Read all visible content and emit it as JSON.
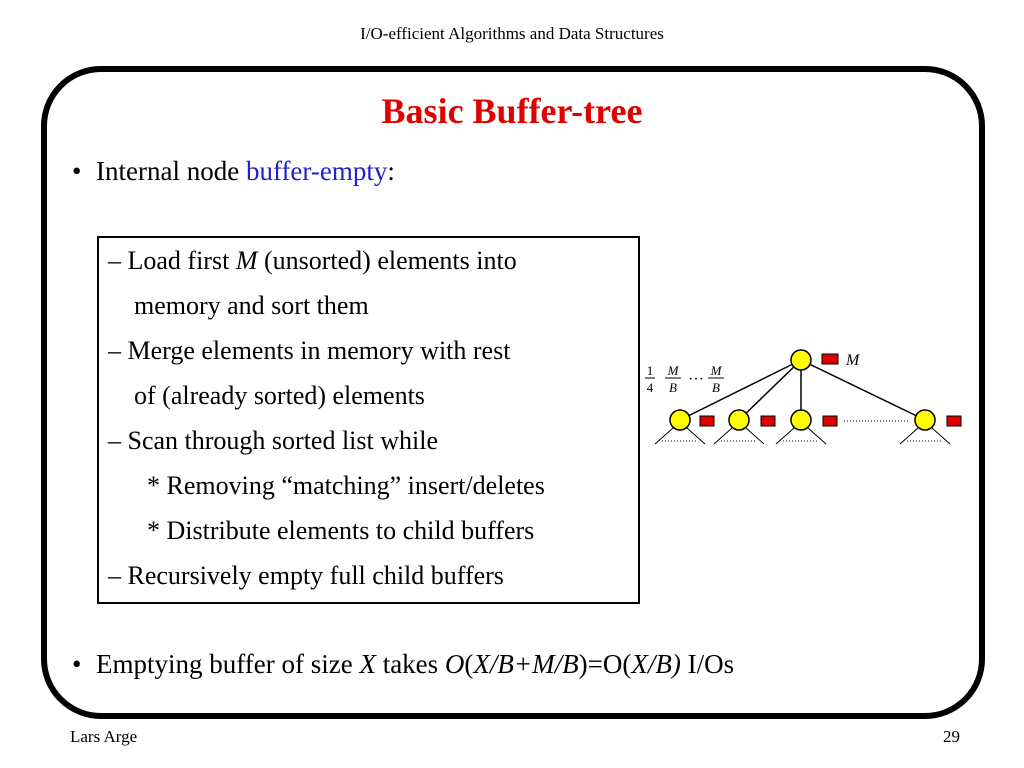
{
  "header": "I/O-efficient Algorithms and Data Structures",
  "title": "Basic Buffer-tree",
  "bullet1": {
    "text": "Internal node ",
    "highlight": "buffer-empty",
    "suffix": ":"
  },
  "box_lines": [
    {
      "prefix": "– Load first ",
      "italic": "M",
      "suffix": " (unsorted) elements into"
    },
    {
      "text": "memory and sort them"
    },
    {
      "text": "– Merge elements in memory with rest"
    },
    {
      "text": "of (already sorted) elements"
    },
    {
      "text": "– Scan through sorted list while"
    },
    {
      "text": "* Removing “matching” insert/deletes"
    },
    {
      "text": "* Distribute elements to child buffers"
    },
    {
      "text": "– Recursively empty full child buffers"
    }
  ],
  "bullet2": {
    "p1": "Emptying buffer of size ",
    "x": "X",
    "p2": " takes ",
    "o1": "O",
    "p3": "(",
    "expr1": "X/B+M/B",
    "p4": ")=O(",
    "expr2": "X/B)",
    "p5": " I/Os"
  },
  "diagram": {
    "root_label": "M",
    "frac1_num": "1",
    "frac1_den": "4",
    "frac2_num": "M",
    "frac2_den": "B",
    "ellipsis": "···",
    "frac3_num": "M",
    "frac3_den": "B"
  },
  "footer": {
    "author": "Lars Arge",
    "page": "29"
  },
  "colors": {
    "title": "#e00000",
    "highlight": "#2020d0",
    "node": "#ffff00",
    "buffer": "#e00000"
  }
}
